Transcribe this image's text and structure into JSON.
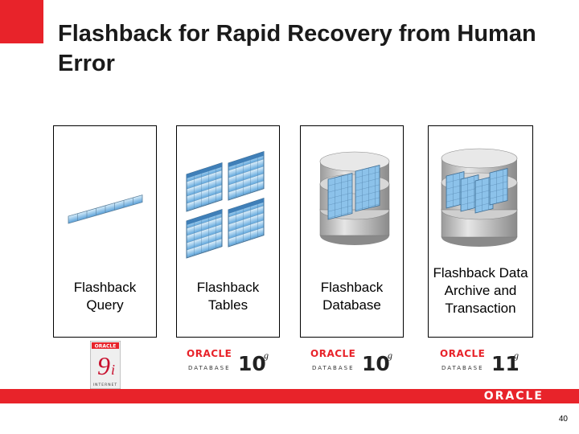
{
  "title": "Flashback for Rapid Recovery from Human Error",
  "panels": [
    {
      "label": "Flashback Query"
    },
    {
      "label": "Flashback Tables"
    },
    {
      "label": "Flashback Database"
    },
    {
      "label": "Flashback Data Archive and Transaction"
    }
  ],
  "logos": {
    "oracle9i": {
      "brand": "ORACLE",
      "version": "9",
      "suffix": "i",
      "sub": "INTERNET"
    },
    "db10g_a": {
      "brand": "ORACLE",
      "version": "10",
      "suffix": "g",
      "sub": "DATABASE"
    },
    "db10g_b": {
      "brand": "ORACLE",
      "version": "10",
      "suffix": "g",
      "sub": "DATABASE"
    },
    "db11g": {
      "brand": "ORACLE",
      "version": "11",
      "suffix": "g",
      "sub": "DATABASE"
    }
  },
  "footer": {
    "brand": "ORACLE",
    "page_number": "40"
  },
  "colors": {
    "accent": "#e8232a",
    "grid_blue": "#6fa8dc",
    "grid_light": "#cfe6f7"
  }
}
